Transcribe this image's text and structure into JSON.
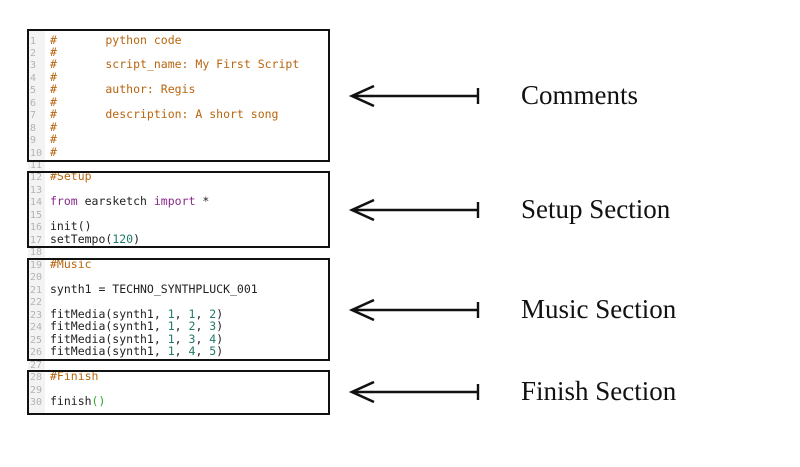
{
  "code_lines": [
    {
      "n": "1",
      "text": "#       python code",
      "cls": "cmt"
    },
    {
      "n": "2",
      "text": "#",
      "cls": "cmt"
    },
    {
      "n": "3",
      "text": "#       script_name: My First Script",
      "cls": "cmt"
    },
    {
      "n": "4",
      "text": "#",
      "cls": "cmt"
    },
    {
      "n": "5",
      "text": "#       author: Regis",
      "cls": "cmt"
    },
    {
      "n": "6",
      "text": "#",
      "cls": "cmt"
    },
    {
      "n": "7",
      "text": "#       description: A short song",
      "cls": "cmt"
    },
    {
      "n": "8",
      "text": "#",
      "cls": "cmt"
    },
    {
      "n": "9",
      "text": "#",
      "cls": "cmt"
    },
    {
      "n": "10",
      "text": "#",
      "cls": "cmt"
    },
    {
      "n": "11",
      "text": "",
      "cls": ""
    },
    {
      "n": "12",
      "text": "#Setup",
      "cls": "cmt"
    },
    {
      "n": "13",
      "text": "",
      "cls": ""
    },
    {
      "n": "14",
      "text": "from earsketch import *",
      "cls": "import"
    },
    {
      "n": "15",
      "text": "",
      "cls": ""
    },
    {
      "n": "16",
      "text": "init()",
      "cls": ""
    },
    {
      "n": "17",
      "text": "setTempo(120)",
      "cls": "tempo"
    },
    {
      "n": "18",
      "text": "",
      "cls": ""
    },
    {
      "n": "19",
      "text": "#Music",
      "cls": "cmt"
    },
    {
      "n": "20",
      "text": "",
      "cls": ""
    },
    {
      "n": "21",
      "text": "synth1 = TECHNO_SYNTHPLUCK_001",
      "cls": ""
    },
    {
      "n": "22",
      "text": "",
      "cls": ""
    },
    {
      "n": "23",
      "text": "fitMedia(synth1, 1, 1, 2)",
      "cls": "fit"
    },
    {
      "n": "24",
      "text": "fitMedia(synth1, 1, 2, 3)",
      "cls": "fit"
    },
    {
      "n": "25",
      "text": "fitMedia(synth1, 1, 3, 4)",
      "cls": "fit"
    },
    {
      "n": "26",
      "text": "fitMedia(synth1, 1, 4, 5)",
      "cls": "fit"
    },
    {
      "n": "27",
      "text": "",
      "cls": ""
    },
    {
      "n": "28",
      "text": "#Finish",
      "cls": "cmt"
    },
    {
      "n": "29",
      "text": "",
      "cls": ""
    },
    {
      "n": "30",
      "text": "finish()",
      "cls": "finish"
    }
  ],
  "labels": {
    "comments": "Comments",
    "setup": "Setup Section",
    "music": "Music Section",
    "finish": "Finish Section"
  },
  "colors": {
    "comment": "#b8650e",
    "keyword": "#8a2a8a",
    "number": "#1f7a6a",
    "matched_paren": "#2aa52a",
    "border": "#111111"
  }
}
